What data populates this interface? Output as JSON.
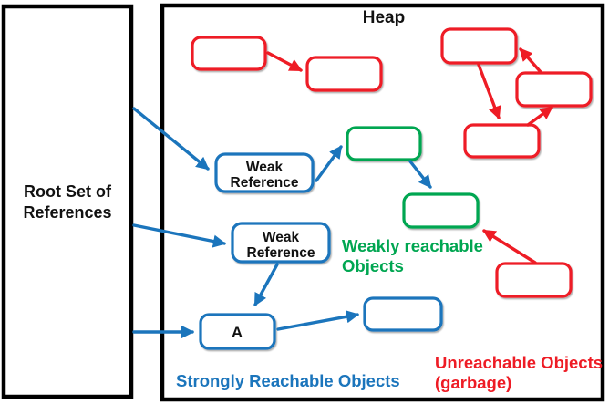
{
  "colors": {
    "red": "#ee1c25",
    "green": "#00a651",
    "blue": "#1b75bc",
    "ink": "#000000"
  },
  "heap": {
    "title": "Heap"
  },
  "root_set": {
    "lines": [
      "Root Set of",
      "References"
    ]
  },
  "nodes": {
    "weak_reference_1": {
      "lines": [
        "Weak",
        "Reference"
      ]
    },
    "weak_reference_2": {
      "lines": [
        "Weak",
        "Reference"
      ]
    },
    "object_a": {
      "label": "A"
    }
  },
  "captions": {
    "weakly_reachable": {
      "lines": [
        "Weakly reachable",
        "Objects"
      ]
    },
    "strongly_reachable": {
      "lines": [
        "Strongly Reachable Objects"
      ]
    },
    "unreachable": {
      "lines": [
        "Unreachable Objects",
        "(garbage)"
      ]
    }
  }
}
